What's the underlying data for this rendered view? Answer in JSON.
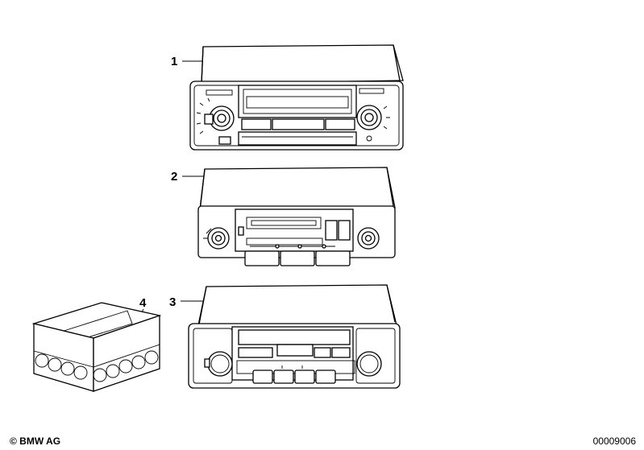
{
  "callouts": {
    "radio_1": "1",
    "radio_2": "2",
    "radio_3": "3",
    "box_4": "4"
  },
  "footer": {
    "copyright": "© BMW AG",
    "doc_number": "00009006"
  }
}
